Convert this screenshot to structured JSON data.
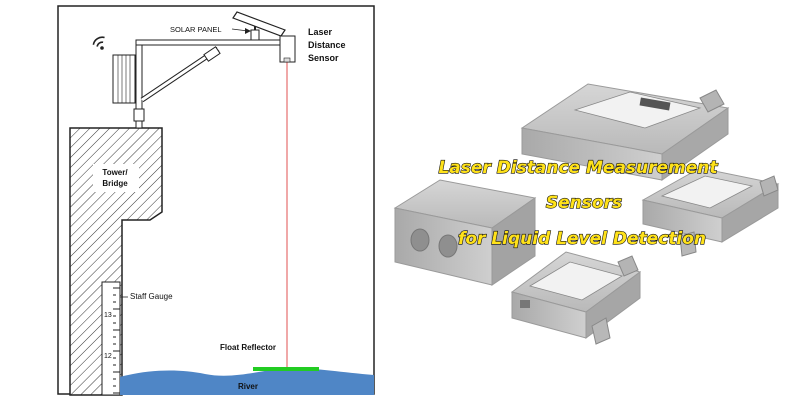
{
  "diagram": {
    "solar_panel_label": "SOLAR PANEL",
    "sensor_label_line1": "Laser",
    "sensor_label_line2": "Distance",
    "sensor_label_line3": "Sensor",
    "tower_label_line1": "Tower/",
    "tower_label_line2": "Bridge",
    "gauge_label": "Staff Gauge",
    "gauge_mark_13": "13",
    "gauge_mark_12": "12",
    "float_label": "Float Reflector",
    "river_label": "River"
  },
  "headline": {
    "line1": "Laser Distance Measurement",
    "line2": "Sensors",
    "line3": "for Liquid Level Detection"
  },
  "colors": {
    "laser": "#e05050",
    "water": "#4f86c6",
    "float": "#22cc22",
    "headline_fill": "#ffe21a"
  }
}
